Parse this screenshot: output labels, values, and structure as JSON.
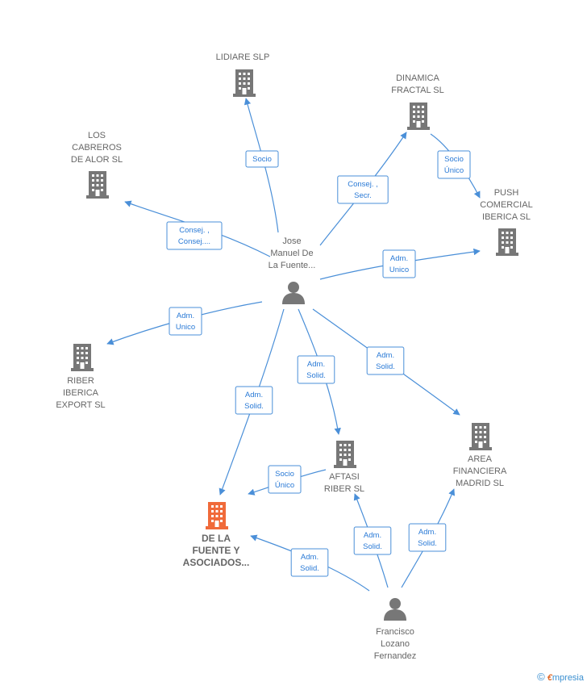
{
  "colors": {
    "edge": "#4a8fd8",
    "building": "#777777",
    "building_highlight": "#f06a3a",
    "person": "#777777",
    "label": "#666666",
    "edge_label": "#2a7ad6"
  },
  "nodes": [
    {
      "id": "lidiare",
      "type": "company",
      "lines": [
        "LIDIARE  SLP"
      ]
    },
    {
      "id": "dinamica",
      "type": "company",
      "lines": [
        "DINAMICA",
        "FRACTAL  SL"
      ]
    },
    {
      "id": "cabreros",
      "type": "company",
      "lines": [
        "LOS",
        "CABREROS",
        "DE ALOR  SL"
      ]
    },
    {
      "id": "push",
      "type": "company",
      "lines": [
        "PUSH",
        "COMERCIAL",
        "IBERICA  SL"
      ]
    },
    {
      "id": "riber_iberica",
      "type": "company",
      "lines": [
        "RIBER",
        "IBERICA",
        "EXPORT  SL"
      ]
    },
    {
      "id": "aftasi",
      "type": "company",
      "lines": [
        "AFTASI",
        "RIBER  SL"
      ]
    },
    {
      "id": "area",
      "type": "company",
      "lines": [
        "AREA",
        "FINANCIERA",
        "MADRID  SL"
      ]
    },
    {
      "id": "delafuente",
      "type": "company_highlight",
      "lines": [
        "DE LA",
        "FUENTE Y",
        "ASOCIADOS..."
      ]
    },
    {
      "id": "jose",
      "type": "person",
      "lines": [
        "Jose",
        "Manuel De",
        "La Fuente..."
      ]
    },
    {
      "id": "francisco",
      "type": "person",
      "lines": [
        "Francisco",
        "Lozano",
        "Fernandez"
      ]
    }
  ],
  "edges": [
    {
      "id": "jose-lidiare",
      "label": [
        "Socio"
      ]
    },
    {
      "id": "jose-dinamica",
      "label": [
        "Consej. ,",
        "Secr."
      ]
    },
    {
      "id": "dinamica-push",
      "label": [
        "Socio",
        "Único"
      ]
    },
    {
      "id": "jose-cabreros",
      "label": [
        "Consej. ,",
        "Consej...."
      ]
    },
    {
      "id": "jose-push",
      "label": [
        "Adm.",
        "Unico"
      ]
    },
    {
      "id": "jose-riber",
      "label": [
        "Adm.",
        "Unico"
      ]
    },
    {
      "id": "jose-aftasi",
      "label": [
        "Adm.",
        "Solid."
      ]
    },
    {
      "id": "jose-area",
      "label": [
        "Adm.",
        "Solid."
      ]
    },
    {
      "id": "jose-delafuente",
      "label": [
        "Adm.",
        "Solid."
      ]
    },
    {
      "id": "aftasi-delafuente",
      "label": [
        "Socio",
        "Único"
      ]
    },
    {
      "id": "francisco-delafuente",
      "label": [
        "Adm.",
        "Solid."
      ]
    },
    {
      "id": "francisco-aftasi",
      "label": [
        "Adm.",
        "Solid."
      ]
    },
    {
      "id": "francisco-area",
      "label": [
        "Adm.",
        "Solid."
      ]
    }
  ],
  "footer": {
    "copyright_symbol": "©",
    "brand_e": "€",
    "brand_rest": "mpresia"
  }
}
